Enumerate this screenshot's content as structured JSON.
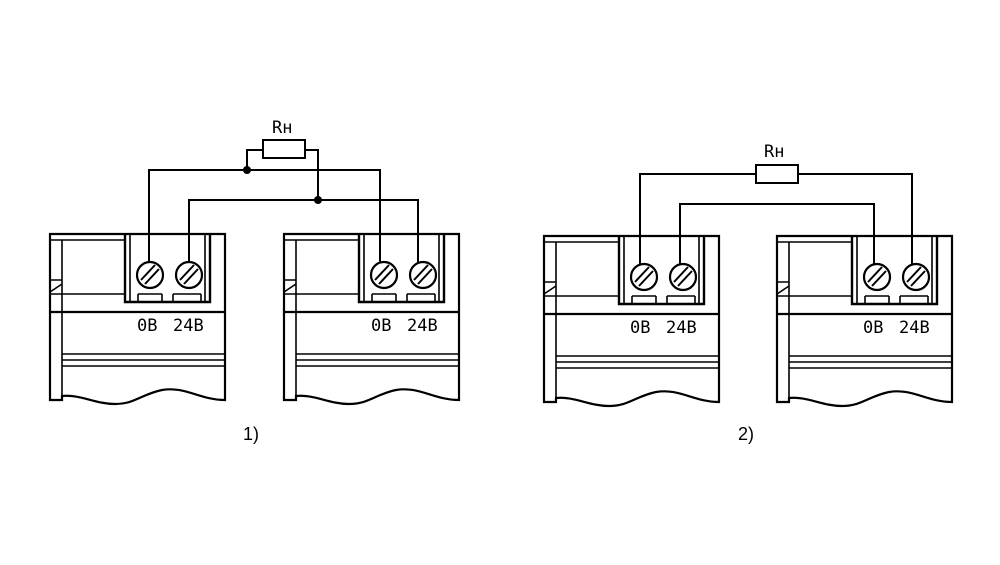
{
  "diagrams": [
    {
      "caption": "1)",
      "resistor_label": "Rн",
      "modules": [
        {
          "terminal_labels": [
            "0В",
            "24В"
          ]
        },
        {
          "terminal_labels": [
            "0В",
            "24В"
          ]
        }
      ]
    },
    {
      "caption": "2)",
      "resistor_label": "Rн",
      "modules": [
        {
          "terminal_labels": [
            "0В",
            "24В"
          ]
        },
        {
          "terminal_labels": [
            "0В",
            "24В"
          ]
        }
      ]
    }
  ],
  "colors": {
    "line": "#000000",
    "background": "#ffffff"
  }
}
